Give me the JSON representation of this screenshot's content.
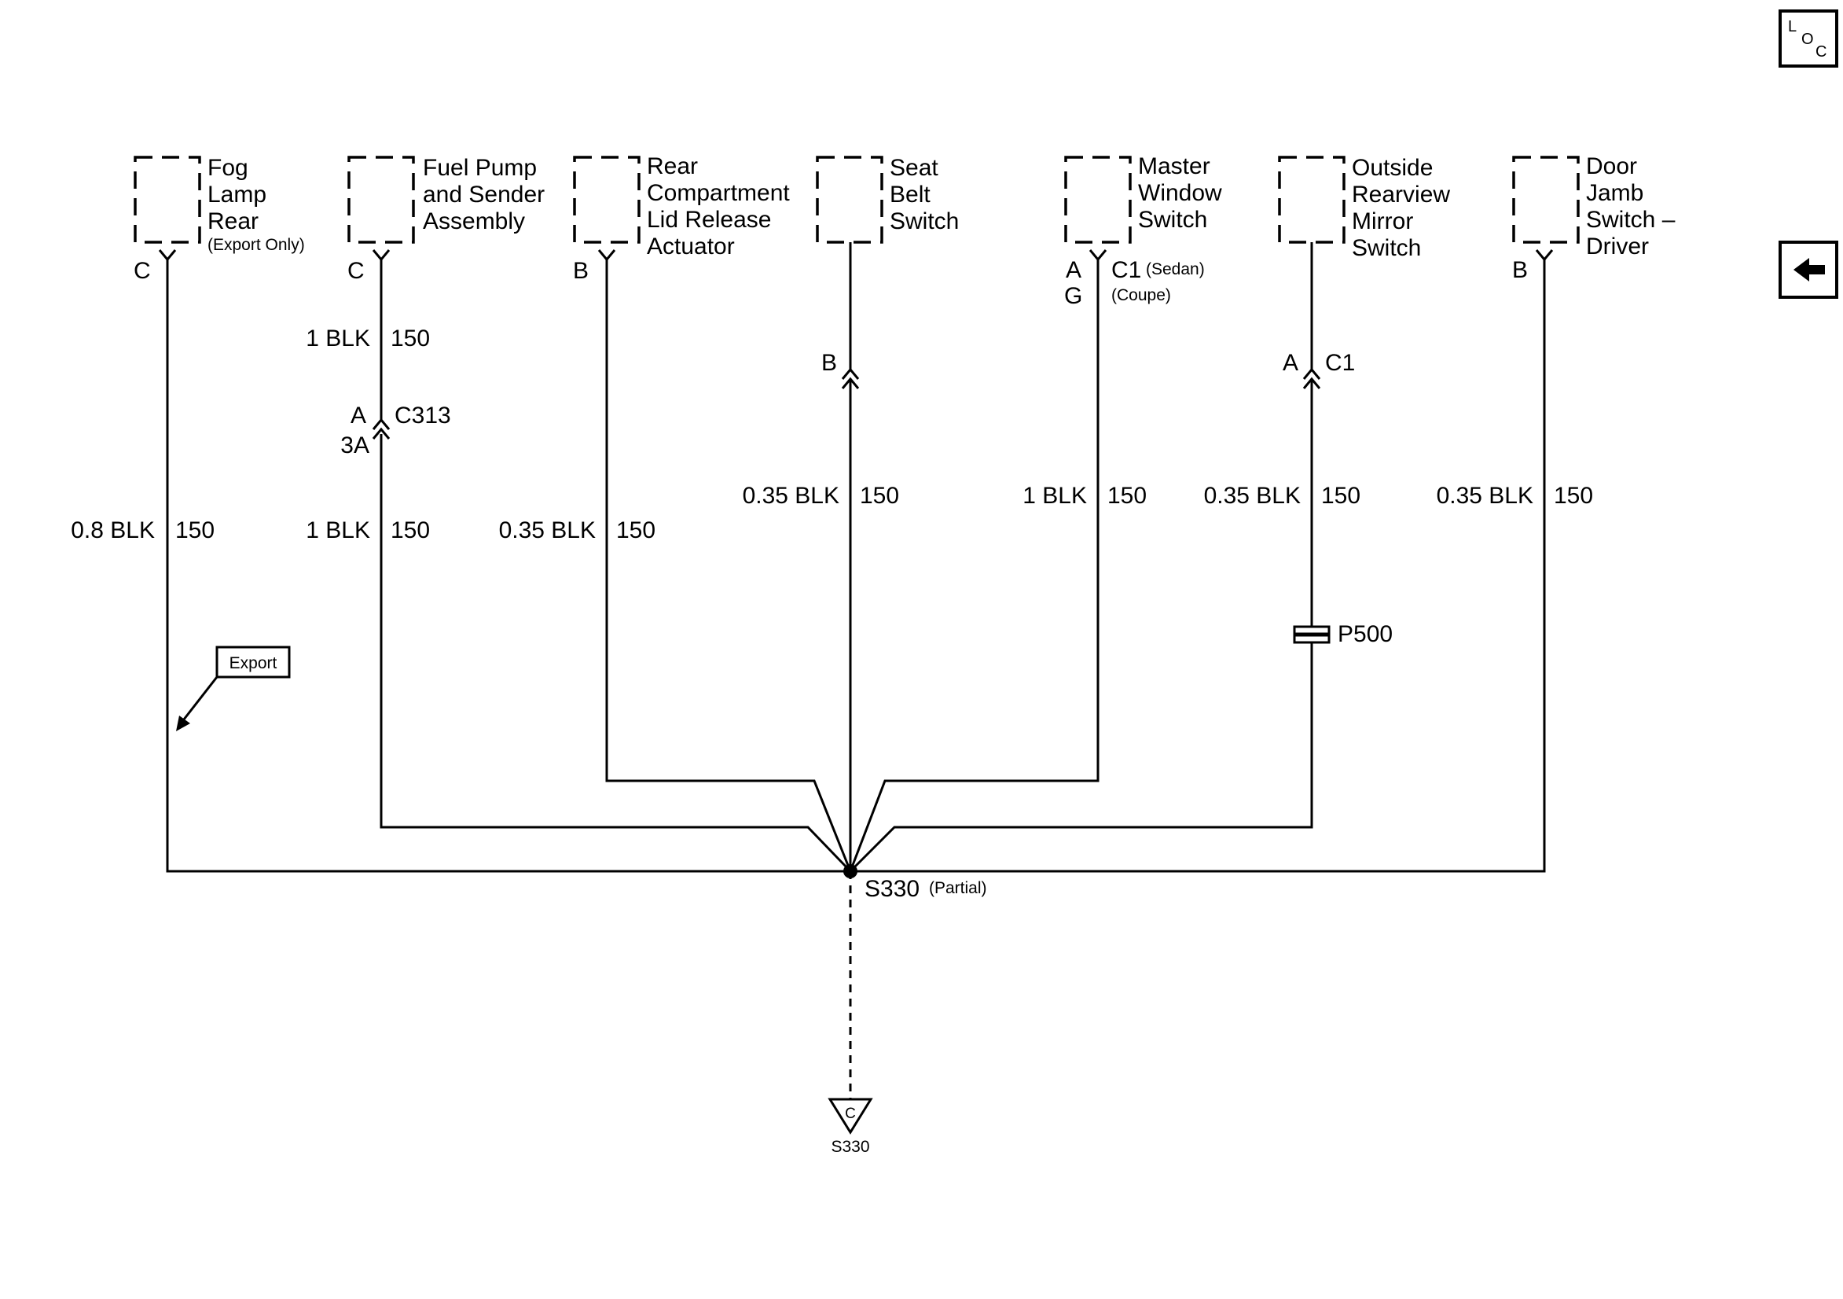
{
  "components": {
    "fog_lamp_rear": {
      "lines": [
        "Fog",
        "Lamp",
        "Rear"
      ],
      "note": "(Export Only)",
      "pin": "C"
    },
    "fuel_pump": {
      "lines": [
        "Fuel Pump",
        "and Sender",
        "Assembly"
      ],
      "pin": "C"
    },
    "rear_compartment": {
      "lines": [
        "Rear",
        "Compartment",
        "Lid Release",
        "Actuator"
      ],
      "pin": "B"
    },
    "seat_belt": {
      "lines": [
        "Seat",
        "Belt",
        "Switch"
      ]
    },
    "master_window": {
      "lines": [
        "Master",
        "Window",
        "Switch"
      ],
      "pin": "A",
      "pin2": "G",
      "connector": "C1",
      "note1": "(Sedan)",
      "note2": "(Coupe)"
    },
    "outside_mirror": {
      "lines": [
        "Outside",
        "Rearview",
        "Mirror",
        "Switch"
      ]
    },
    "door_jamb": {
      "lines": [
        "Door",
        "Jamb",
        "Switch –",
        "Driver"
      ],
      "pin": "B"
    }
  },
  "wires": {
    "fog": {
      "size": "0.8 BLK",
      "circuit": "150"
    },
    "fuel_upper": {
      "size": "1 BLK",
      "circuit": "150"
    },
    "fuel_lower": {
      "size": "1 BLK",
      "circuit": "150"
    },
    "rear_comp": {
      "size": "0.35 BLK",
      "circuit": "150"
    },
    "seat_belt": {
      "size": "0.35 BLK",
      "circuit": "150"
    },
    "master_window": {
      "size": "1 BLK",
      "circuit": "150"
    },
    "mirror": {
      "size": "0.35 BLK",
      "circuit": "150"
    },
    "door_jamb": {
      "size": "0.35 BLK",
      "circuit": "150"
    }
  },
  "connectors": {
    "c313": {
      "name": "C313",
      "pin_top": "A",
      "pin_bottom": "3A"
    },
    "seat_belt_inline": {
      "pin": "B"
    },
    "mirror_c1": {
      "name": "C1",
      "pin": "A"
    },
    "p500": {
      "name": "P500"
    }
  },
  "splice": {
    "name": "S330",
    "note": "(Partial)"
  },
  "export_tag": "Export",
  "ground_ref": {
    "letter": "C",
    "name": "S330"
  },
  "loc_icon": {
    "l": "L",
    "o": "O",
    "c": "C"
  },
  "nav": {
    "back_icon": "left-arrow-icon"
  }
}
